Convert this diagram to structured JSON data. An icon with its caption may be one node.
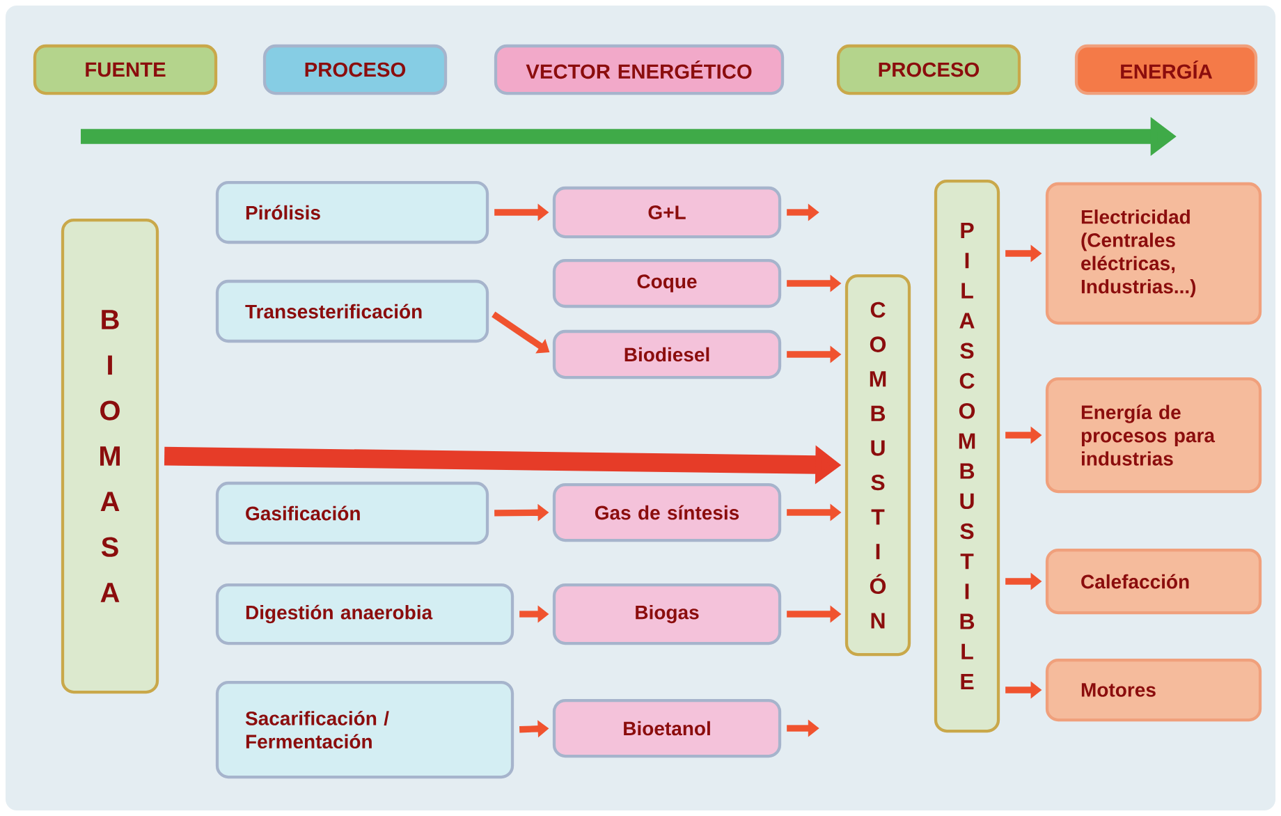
{
  "diagram": {
    "nodes": [
      {
        "text": [
          "FUENTE"
        ]
      },
      {
        "text": [
          "PROCESO"
        ]
      },
      {
        "text": [
          "VECTOR ENERGÉTICO"
        ]
      },
      {
        "text": [
          "PROCESO"
        ]
      },
      {
        "text": [
          "ENERGÍA"
        ]
      },
      {
        "text": [
          "BIOMASA"
        ]
      },
      {
        "text": [
          "Pirólisis"
        ]
      },
      {
        "text": [
          "Transesterificación"
        ]
      },
      {
        "text": [
          "Gasificación"
        ]
      },
      {
        "text": [
          "Digestión anaerobia"
        ]
      },
      {
        "text": [
          "Sacarificación / Fermentación"
        ]
      },
      {
        "text": [
          "G+L"
        ]
      },
      {
        "text": [
          "Coque"
        ]
      },
      {
        "text": [
          "Biodiesel"
        ]
      },
      {
        "text": [
          "Gas de síntesis"
        ]
      },
      {
        "text": [
          "Biogas"
        ]
      },
      {
        "text": [
          "Bioetanol"
        ]
      },
      {
        "text": [
          "COMBUSTIÓN"
        ]
      },
      {
        "text": [
          "PILAS COMBUSTIBLE"
        ]
      },
      {
        "text": [
          "Electricidad (Centrales eléctricas, Industrias...)"
        ]
      },
      {
        "text": [
          "Energía de procesos para industrias"
        ]
      },
      {
        "text": [
          "Calefacción"
        ]
      },
      {
        "text": [
          "Motores"
        ]
      }
    ],
    "edges": [
      {
        "from": 6,
        "to": 11,
        "arrow": "to"
      },
      {
        "from": 7,
        "to": 13,
        "arrow": "to"
      },
      {
        "from": 8,
        "to": 14,
        "arrow": "to"
      },
      {
        "from": 9,
        "to": 15,
        "arrow": "to"
      },
      {
        "from": 10,
        "to": 16,
        "arrow": "to"
      },
      {
        "from": 11,
        "to": null,
        "arrow": "to"
      },
      {
        "from": 12,
        "to": 17,
        "arrow": "to"
      },
      {
        "from": 13,
        "to": 17,
        "arrow": "to"
      },
      {
        "from": 14,
        "to": 17,
        "arrow": "to"
      },
      {
        "from": 15,
        "to": 17,
        "arrow": "to"
      },
      {
        "from": 16,
        "to": null,
        "arrow": "to"
      },
      {
        "from": 5,
        "to": 17,
        "arrow": "to",
        "style": "thick",
        "color": "#e63c28"
      },
      {
        "from": 18,
        "to": 19,
        "arrow": "to"
      },
      {
        "from": 18,
        "to": 20,
        "arrow": "to"
      },
      {
        "from": 18,
        "to": 21,
        "arrow": "to"
      },
      {
        "from": 18,
        "to": 22,
        "arrow": "to"
      }
    ]
  }
}
